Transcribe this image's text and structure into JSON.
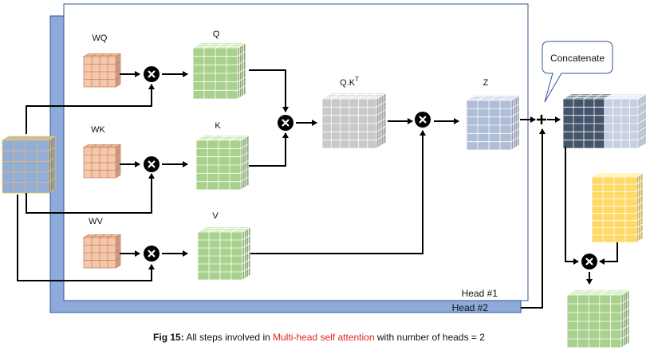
{
  "labels": {
    "wq": "WQ",
    "wk": "WK",
    "wv": "WV",
    "q": "Q",
    "k": "K",
    "v": "V",
    "qk": "Q.K",
    "qk_sup": "T",
    "z": "Z",
    "concatenate": "Concatenate",
    "head1": "Head #1",
    "head2": "Head #2"
  },
  "caption": {
    "prefix": "Fig 15:",
    "before": " All steps involved in ",
    "highlight": "Multi-head self attention",
    "after": " with number of heads = 2"
  },
  "colors": {
    "input": "#94acd8",
    "weight": "#f5c8ad",
    "qkv": "#a9d18e",
    "scores": "#c9c9c9",
    "z": "#afbdd6",
    "concat_dark": "#44546a",
    "concat_light": "#c6d0e2",
    "wo": "#ffd965",
    "output": "#a9d18e",
    "head_back": "#8eaadb",
    "caption_highlight": "#e32222"
  },
  "icons": [
    "multiply-icon",
    "plus-icon",
    "arrow-icon"
  ]
}
